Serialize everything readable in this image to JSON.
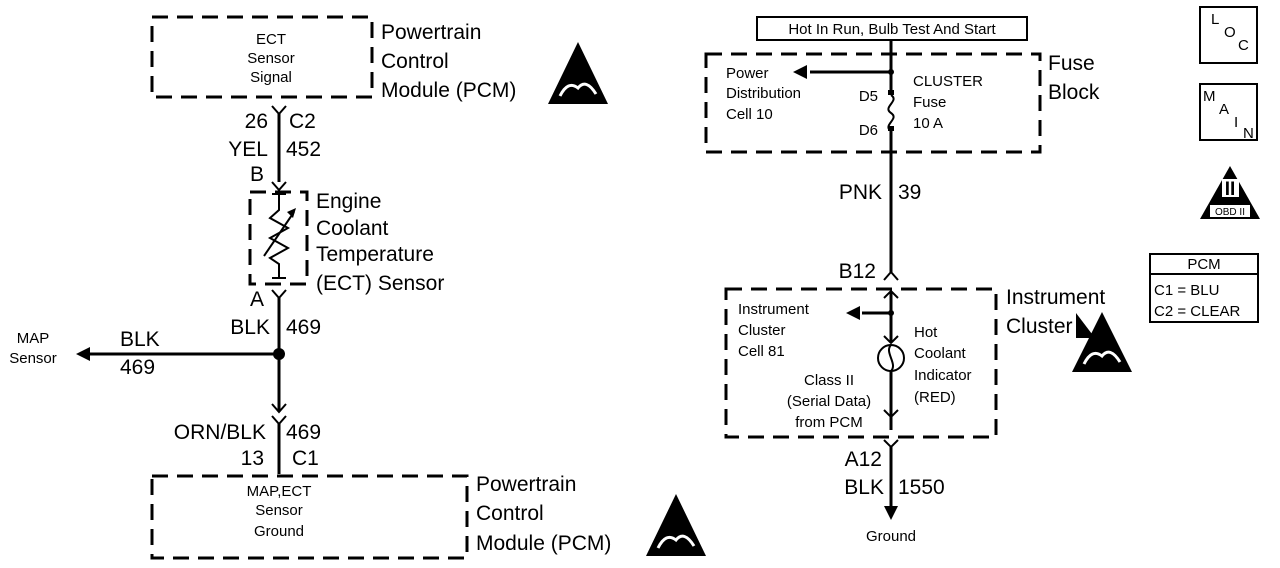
{
  "pcm_top": {
    "signal": [
      "ECT",
      "Sensor",
      "Signal"
    ],
    "name": [
      "Powertrain",
      "Control",
      "Module (PCM)"
    ]
  },
  "ect_wire_top": {
    "pin": "26",
    "connector": "C2",
    "color": "YEL",
    "circuit": "452",
    "terminal": "B"
  },
  "ect_sensor": {
    "name": [
      "Engine",
      "Coolant",
      "Temperature",
      "(ECT) Sensor"
    ]
  },
  "ect_wire_bottom": {
    "terminal": "A",
    "color": "BLK",
    "circuit": "469"
  },
  "map_sensor": {
    "label": [
      "MAP",
      "Sensor"
    ],
    "color": "BLK",
    "circuit": "469"
  },
  "pcm_ground_wire": {
    "color": "ORN/BLK",
    "circuit": "469",
    "pin": "13",
    "connector": "C1"
  },
  "pcm_bottom": {
    "ground": [
      "MAP,ECT",
      "Sensor",
      "Ground"
    ],
    "name": [
      "Powertrain",
      "Control",
      "Module (PCM)"
    ]
  },
  "fuse_block": {
    "hot_label": "Hot In Run, Bulb Test And Start",
    "power": [
      "Power",
      "Distribution",
      "Cell 10"
    ],
    "pin_in": "D5",
    "pin_out": "D6",
    "fuse": [
      "CLUSTER",
      "Fuse",
      "10 A"
    ],
    "name": [
      "Fuse",
      "Block"
    ]
  },
  "pnk_wire": {
    "color": "PNK",
    "circuit": "39",
    "pin": "B12"
  },
  "instrument_cluster": {
    "cell": [
      "Instrument",
      "Cluster",
      "Cell 81"
    ],
    "indicator": [
      "Hot",
      "Coolant",
      "Indicator",
      "(RED)"
    ],
    "serial": [
      "Class II",
      "(Serial Data)",
      "from PCM"
    ],
    "name": [
      "Instrument",
      "Cluster"
    ]
  },
  "ground_wire": {
    "pin": "A12",
    "color": "BLK",
    "circuit": "1550",
    "label": "Ground"
  },
  "legend": {
    "loc": [
      "L",
      "O",
      "C"
    ],
    "main": [
      "M",
      "A",
      "I",
      "N"
    ],
    "obd": [
      "II",
      "OBD II"
    ],
    "pcm_title": "PCM",
    "pcm_c1": "C1 = BLU",
    "pcm_c2": "C2 = CLEAR"
  }
}
